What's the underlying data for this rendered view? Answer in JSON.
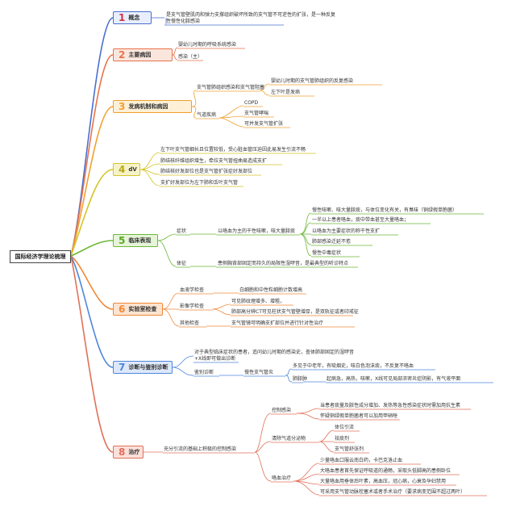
{
  "root": "国际经济学理论梳理",
  "colors": {
    "b1": "#4a6fd0",
    "b2": "#e8734a",
    "b3": "#f0a030",
    "b4": "#d4c428",
    "b5": "#6cb838",
    "b6": "#f08838",
    "b7": "#4f86dc",
    "b8": "#e0705a",
    "line": "#c0c0c0"
  },
  "branches": [
    {
      "num": "1",
      "title": "概念",
      "items": [
        "是支气管壁肌肉和弹力支撑组织破坏所致的支气管不可逆性的扩张，是一种反复",
        "性慢性化脓感染"
      ]
    },
    {
      "num": "2",
      "title": "主要病因",
      "items": [
        "婴幼儿时期的呼吸系统感染",
        "感染（主）"
      ]
    },
    {
      "num": "3",
      "title": "发病机制和病因",
      "items": [
        "支气管肺组织感染和支气管阻塞",
        "婴幼儿时期的支气管肺组织的反复感染",
        "左下叶是发病",
        "气道疾病",
        "COPD",
        "支气管哮喘",
        "可并发支气管扩张"
      ]
    },
    {
      "num": "4",
      "title": "dV",
      "items": [
        "左下叶支气管细长且位置较低，受心脏血管压迫因此易发生引流不畅",
        "肺结核纤维组织增生，牵拉支气管扭曲易造成支扩",
        "肺结核好发部位也是支气管扩张症好发部位",
        "支扩好发部位为左下肺和舌叶支气管"
      ]
    },
    {
      "num": "5",
      "title": "临床表现",
      "items": [
        "症状",
        "以咯血为主的干性咳嗽，咳大量脓痰",
        "慢性咳嗽、咳大量脓痰，与体位变化有关，有臭味（铜绿假单胞菌）",
        "一半以上患者咯血，痰中带血甚至大量咯血；",
        "以咯血为主要症状的称干性支扩",
        "肺部感染迁延不愈",
        "慢性中毒症状",
        "体征",
        "患侧胸背部固定而持久的局限性湿啰音，是最典型的听诊特点"
      ]
    },
    {
      "num": "6",
      "title": "实验室检查",
      "items": [
        "血液学检查",
        "白细胞和中性粒细胞计数增高",
        "影像学检查",
        "可见肺纹理增多、增粗，",
        "肺部高分辨CT可见柱状支气管壁增厚，是双轨征或者印戒征",
        "其他检查",
        "支气管镜可明确支扩部位并进行针对性治疗"
      ]
    },
    {
      "num": "7",
      "title": "诊断与鉴别诊断",
      "items": [
        "对于典型临床症状的患者，追问幼儿时期的感染史，查体肺部固定的湿啰音",
        "+X线即可做出诊断",
        "鉴别诊断",
        "慢性支气管炎",
        "多见于中老年，有吸烟史，咳白色泡沫痰，不反复不咯血",
        "肺脓肿",
        "起病急，高热，咳嗽，X线可见局部浓密炎症阴影，有气液平面"
      ]
    },
    {
      "num": "8",
      "title": "治疗",
      "items": [
        "充分引流的基础上积极的控制感染",
        "控制感染",
        "当患者痰量及脓性成分增加、发热等急性感染症状时需加用抗生素",
        "怀疑铜绿假单胞菌者可以加用甲硝唑",
        "清除气道分泌物",
        "体位引流",
        "祛痰剂",
        "支气管舒张剂",
        "咯血治疗",
        "少量咯血口服云南白药，卡巴克洛止血",
        "大咯血患者首先保证呼吸道的通畅，采取头低脚高的患侧卧位",
        "大量咯血用垂体后叶素，高血压，冠心病，心衰及孕妇禁用",
        "可采用支气管动脉栓塞术或者手术治疗（要求病变范围不超过两叶）"
      ]
    }
  ]
}
